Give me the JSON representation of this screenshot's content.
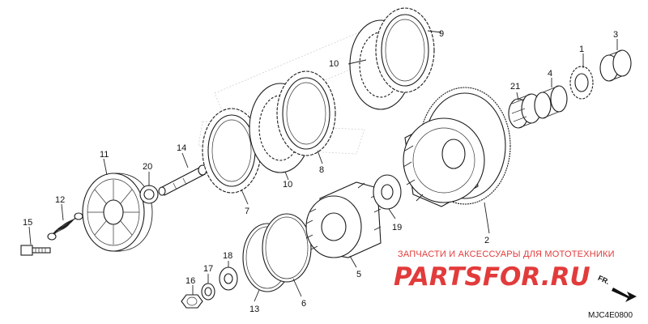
{
  "callouts": [
    {
      "id": "c1",
      "text": "1"
    },
    {
      "id": "c2",
      "text": "2"
    },
    {
      "id": "c3",
      "text": "3"
    },
    {
      "id": "c4",
      "text": "4"
    },
    {
      "id": "c5",
      "text": "5"
    },
    {
      "id": "c6",
      "text": "6"
    },
    {
      "id": "c7",
      "text": "7"
    },
    {
      "id": "c8",
      "text": "8"
    },
    {
      "id": "c9",
      "text": "9"
    },
    {
      "id": "c10a",
      "text": "10"
    },
    {
      "id": "c10b",
      "text": "10"
    },
    {
      "id": "c11",
      "text": "11"
    },
    {
      "id": "c12",
      "text": "12"
    },
    {
      "id": "c13",
      "text": "13"
    },
    {
      "id": "c14",
      "text": "14"
    },
    {
      "id": "c15",
      "text": "15"
    },
    {
      "id": "c16",
      "text": "16"
    },
    {
      "id": "c17",
      "text": "17"
    },
    {
      "id": "c18",
      "text": "18"
    },
    {
      "id": "c19",
      "text": "19"
    },
    {
      "id": "c20",
      "text": "20"
    },
    {
      "id": "c21",
      "text": "21"
    }
  ],
  "watermark": {
    "tagline": "ЗАПЧАСТИ И АКСЕССУАРЫ ДЛЯ МОТОТЕХНИКИ",
    "brand": "PARTSFOR.RU",
    "color": "#e23b3b"
  },
  "direction_label": "FR.",
  "diagram_code": "MJC4E0800"
}
